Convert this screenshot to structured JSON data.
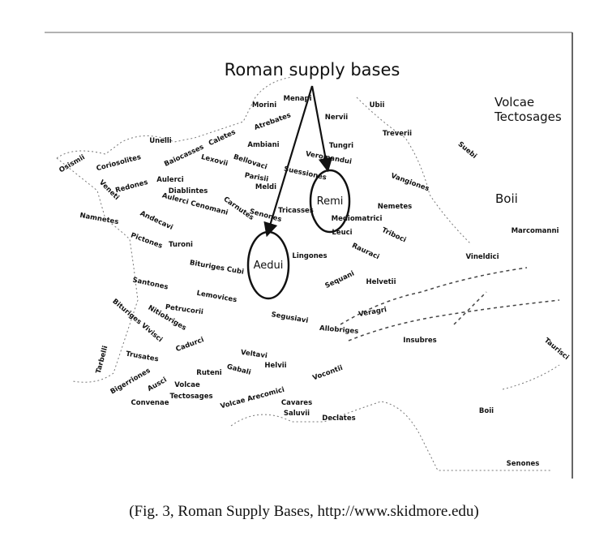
{
  "map": {
    "title": "Roman supply bases",
    "bases": [
      "Remi",
      "Aedui"
    ],
    "region_labels_large": [
      "Volcae",
      "Tectosages",
      "Boii"
    ],
    "tribes": [
      "Menapi",
      "Morini",
      "Nervii",
      "Ubii",
      "Treverii",
      "Suebi",
      "Atrebates",
      "Caletes",
      "Ambiani",
      "Tungri",
      "Veromandui",
      "Unelli",
      "Baiocasses",
      "Lexovii",
      "Bellovaci",
      "Osismii",
      "Coriosolites",
      "Suessiones",
      "Parisii",
      "Meldi",
      "Redones",
      "Aulerci",
      "Diablintes",
      "Veneti",
      "Vangiones",
      "Aulerci Cenomani",
      "Andecavi",
      "Carnutes",
      "Senones",
      "Tricasses",
      "Nemetes",
      "Mediomatrici",
      "Leuci",
      "Namnetes",
      "Triboci",
      "Marcomanni",
      "Rauraci",
      "Pictones",
      "Turoni",
      "Vineldici",
      "Lingones",
      "Bituriges Cubi",
      "Sequani",
      "Helvetii",
      "Santones",
      "Lemovices",
      "Petrucorii",
      "Segusiavi",
      "Veragri",
      "Nitiobriges",
      "Allobriges",
      "Bituriges Vivisci",
      "Insubres",
      "Cadurci",
      "Trusates",
      "Tarbelli",
      "Taurisci",
      "Veltavi",
      "Helvii",
      "Gabali",
      "Ruteni",
      "Vocontii",
      "Bigerriones",
      "Ausci",
      "Volcae",
      "Tectosages",
      "Volcae Arecomici",
      "Cavares",
      "Saluvii",
      "Declates",
      "Convenae",
      "Boii",
      "Senones"
    ]
  },
  "caption": "(Fig. 3, Roman Supply Bases, http://www.skidmore.edu)"
}
